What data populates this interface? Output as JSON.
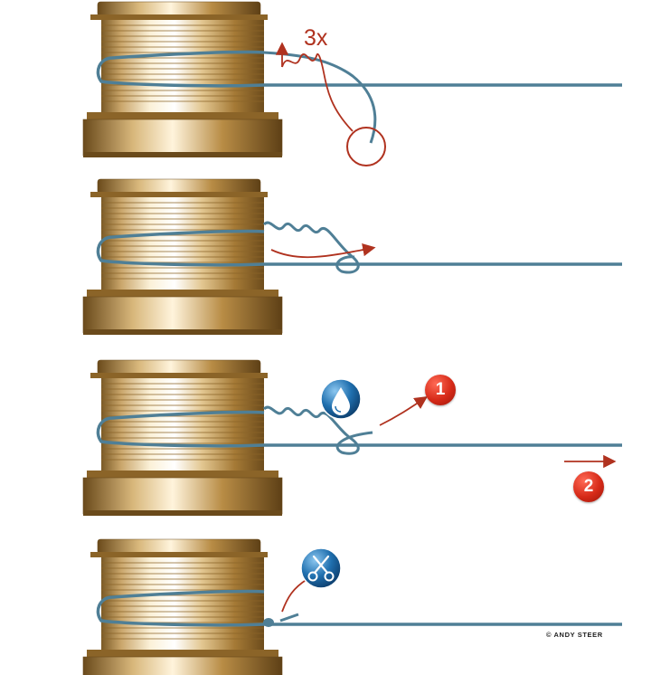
{
  "annotations": {
    "wrap_count": "3x",
    "step_order_1": "1",
    "step_order_2": "2",
    "credit": "© ANDY STEER"
  },
  "icons": {
    "wet_knot": "water-drop-icon",
    "trim": "scissors-icon"
  },
  "colors": {
    "line": "#4f7f96",
    "direction_arrow": "#b0321f",
    "step_badge": "#d62a18",
    "info_badge": "#1f6fae",
    "spool_gold": "#c9a56a"
  },
  "steps": [
    {
      "step": "tie-wraps"
    },
    {
      "step": "thread-loop"
    },
    {
      "step": "wet-and-tighten"
    },
    {
      "step": "trim-tag"
    }
  ]
}
